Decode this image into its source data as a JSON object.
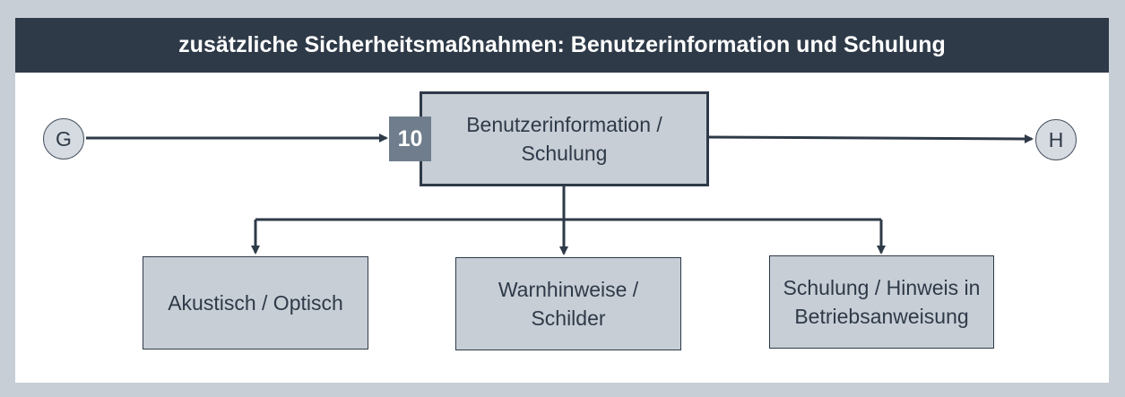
{
  "header": {
    "title": "zusätzliche Sicherheitsmaßnahmen: Benutzerinformation und Schulung"
  },
  "start_node": {
    "label": "G"
  },
  "end_node": {
    "label": "H"
  },
  "main_step": {
    "number": "10",
    "label_line1": "Benutzerinformation /",
    "label_line2": "Schulung"
  },
  "children": [
    {
      "line1": "Akustisch / Optisch",
      "line2": ""
    },
    {
      "line1": "Warnhinweise /",
      "line2": "Schilder"
    },
    {
      "line1": "Schulung / Hinweis in",
      "line2": "Betriebsanweisung"
    }
  ],
  "colors": {
    "header_bg": "#2e3a48",
    "box_fill": "#c8ced6",
    "badge_bg": "#6f7d8c",
    "line": "#2e3a48"
  }
}
